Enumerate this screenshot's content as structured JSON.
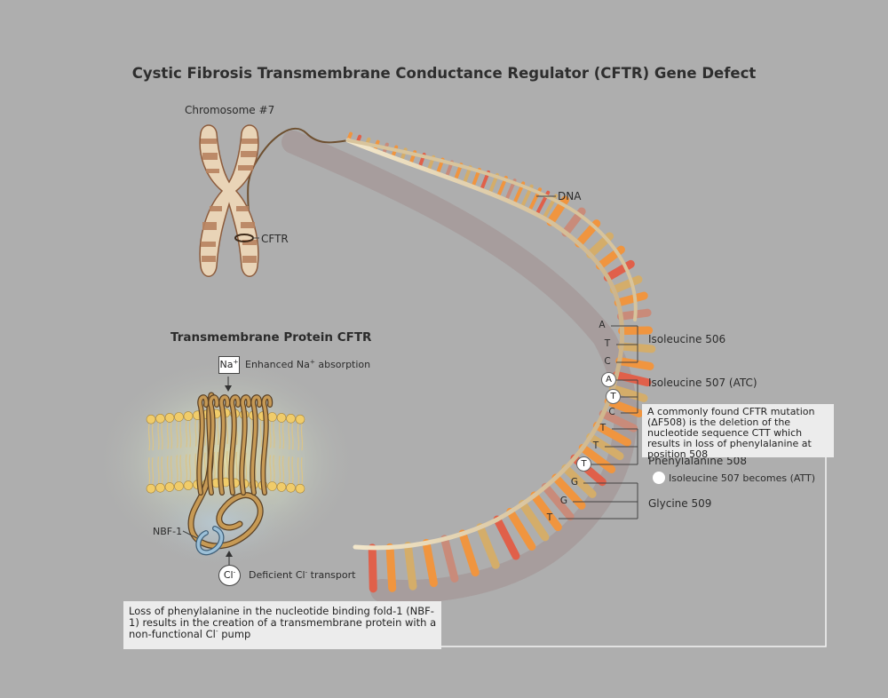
{
  "title": "Cystic Fibrosis Transmembrane Conductance Regulator (CFTR) Gene Defect",
  "chromosome": {
    "label": "Chromosome #7",
    "gene_label": "CFTR"
  },
  "dna_label": "DNA",
  "codons": [
    {
      "label": "Isoleucine 506",
      "bases": [
        "A",
        "T",
        "C"
      ],
      "highlighted": []
    },
    {
      "label": "Isoleucine 507 (ATC)",
      "bases": [
        "A",
        "T",
        "C"
      ],
      "highlighted": [
        0,
        1
      ]
    },
    {
      "label": "Phenylalanine 508",
      "bases": [
        "T",
        "T",
        "T"
      ],
      "highlighted": [
        2
      ]
    },
    {
      "label": "Glycine 509",
      "bases": [
        "G",
        "G",
        "T"
      ],
      "highlighted": []
    }
  ],
  "mutation_note": "A commonly found CFTR mutation (ΔF508) is the deletion of the nucleotide sequence CTT which results in loss of phenylalanine at position 508",
  "legend_note": "Isoleucine 507 becomes (ATT)",
  "protein": {
    "title": "Transmembrane Protein CFTR",
    "na_box": "Na",
    "na_sup": "+",
    "na_label_pre": "Enhanced Na",
    "na_label_sup": "+",
    "na_label_post": " absorption",
    "nbf_label": "NBF-1",
    "cl_circle": "Cl",
    "cl_sup": "-",
    "cl_label_pre": "Deficient Cl",
    "cl_label_sup": "-",
    "cl_label_post": " transport"
  },
  "bottom_note_pre": "Loss of phenylalanine in the nucleotide binding fold-1 (NBF-1) results in the creation of a transmembrane protein with a non-functional Cl",
  "bottom_note_sup": "-",
  "bottom_note_post": " pump",
  "colors": {
    "background": "#aeaeae",
    "rung_orange": "#f0953f",
    "rung_red": "#e0604a",
    "rung_tan": "#d4ad6a",
    "rung_mauve": "#c98b7a",
    "backbone": "#e8d9b8",
    "chromosome_band": "#b88360",
    "membrane_head": "#f0cc6a"
  }
}
